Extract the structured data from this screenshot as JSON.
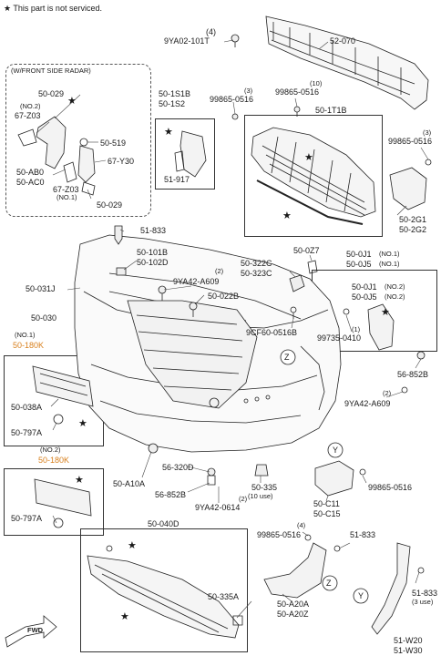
{
  "note": {
    "star": "★",
    "text": "This part is not serviced."
  },
  "radar_box": {
    "title": "(W/FRONT SIDE RADAR)"
  },
  "fwd": "FWD",
  "callouts": {
    "z": "Z",
    "y": "Y"
  },
  "labels": {
    "p9YA02_101T_q": "(4)",
    "p9YA02_101T": "9YA02-101T",
    "p52_070": "52-070",
    "p50_029a": "50-029",
    "p67_Z03a_q": "(NO.2)",
    "p67_Z03a": "67-Z03",
    "p50_519": "50-519",
    "p67_Y30": "67-Y30",
    "p50_AB0": "50-AB0",
    "p50_AC0": "50-AC0",
    "p67_Z03b": "67-Z03",
    "p67_Z03b_q": "(NO.1)",
    "p50_029b": "50-029",
    "p50_1S1B": "50-1S1B",
    "p50_1S2": "50-1S2",
    "p51_917": "51-917",
    "p99865a_q": "(3)",
    "p99865a": "99865-0516",
    "p99865b_q": "(10)",
    "p99865b": "99865-0516",
    "p50_1T1B": "50-1T1B",
    "p99865c_q": "(3)",
    "p99865c": "99865-0516",
    "p50_2G1": "50-2G1",
    "p50_2G2": "50-2G2",
    "p51_833a": "51-833",
    "p50_101B": "50-101B",
    "p50_102D": "50-102D",
    "p50_0Z7": "50-0Z7",
    "p50_322C": "50-322C",
    "p50_323C": "50-323C",
    "p50_0J1": "50-0J1",
    "p50_0J1_q": "(NO.1)",
    "p50_0J5": "50-0J5",
    "p50_0J5_q": "(NO.1)",
    "p50_0J1b": "50-0J1",
    "p50_0J1b_q": "(NO.2)",
    "p50_0J5b": "50-0J5",
    "p50_0J5b_q": "(NO.2)",
    "p9YA42_609a_q": "(2)",
    "p9YA42_609a": "9YA42-A609",
    "p50_031J": "50-031J",
    "p50_022B": "50-022B",
    "p9CF60": "9CF60-0516B",
    "p99735_q": "(1)",
    "p99735": "99735-0410",
    "p50_030": "50-030",
    "p50_180K_a_q": "(NO.1)",
    "p50_180K_a": "50-180K",
    "p56_852B_r": "56-852B",
    "p9YA42_609b_q": "(2)",
    "p9YA42_609b": "9YA42-A609",
    "p50_038A": "50-038A",
    "p50_797A_a": "50-797A",
    "p50_180K_b_q": "(NO.2)",
    "p50_180K_b": "50-180K",
    "p50_797A_b": "50-797A",
    "p50_A10A": "50-A10A",
    "p56_320D": "56-320D",
    "p56_852B": "56-852B",
    "p9YA42_0614_q": "(2)",
    "p9YA42_0614": "9YA42-0614",
    "p50_335": "50-335",
    "p50_335_q": "(10 use)",
    "p50_C11": "50-C11",
    "p50_C15": "50-C15",
    "p99865d": "99865-0516",
    "p50_040D": "50-040D",
    "p99865e_q": "(4)",
    "p99865e": "99865-0516",
    "p51_833b": "51-833",
    "p50_335A": "50-335A",
    "p50_A20A": "50-A20A",
    "p50_A20Z": "50-A20Z",
    "p51_833c": "51-833",
    "p51_833c_q": "(3 use)",
    "p51_W20": "51-W20",
    "p51_W30": "51-W30"
  }
}
